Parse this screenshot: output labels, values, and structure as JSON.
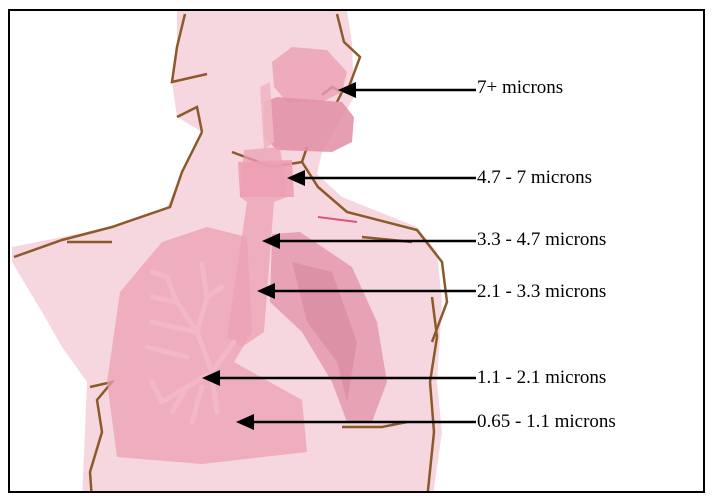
{
  "labels": [
    {
      "text": "7+ microns"
    },
    {
      "text": "4.7 - 7 microns"
    },
    {
      "text": "3.3 - 4.7 microns"
    },
    {
      "text": "2.1 - 3.3 microns"
    },
    {
      "text": "1.1 - 2.1 microns"
    },
    {
      "text": "0.65 - 1.1 microns"
    }
  ],
  "colors": {
    "skin": "#f7d7df",
    "outline": "#8b5a2b",
    "organ": "#eba0b3",
    "organ_dark": "#d98aa0",
    "arrow": "#000000"
  }
}
